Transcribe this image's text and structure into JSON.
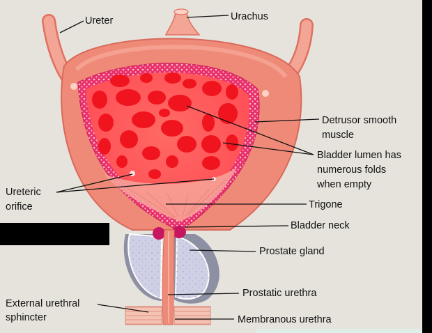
{
  "labels": {
    "ureter": "Ureter",
    "urachus": "Urachus",
    "detrusor_line1": "Detrusor smooth",
    "detrusor_line2": "muscle",
    "lumen_line1": "Bladder lumen has",
    "lumen_line2": "numerous folds",
    "lumen_line3": "when empty",
    "ureteric_line1": "Ureteric",
    "ureteric_line2": "orifice",
    "trigone": "Trigone",
    "bladder_neck": "Bladder neck",
    "prostate_gland": "Prostate gland",
    "prostatic_urethra": "Prostatic urethra",
    "external_line1": "External urethral",
    "external_line2": "sphincter",
    "membranous_urethra": "Membranous urethra"
  },
  "colors": {
    "background": "#e6e3dc",
    "bladder_wall": "#f08a78",
    "mucosa_band": "#e8306a",
    "lumen": "#ff5a5a",
    "folds": "#f0141e",
    "prostate": "#cfd0e6",
    "prostate_shadow": "#8d8fa3",
    "sphincter": "#f2b9a8",
    "redaction": "#000000"
  }
}
